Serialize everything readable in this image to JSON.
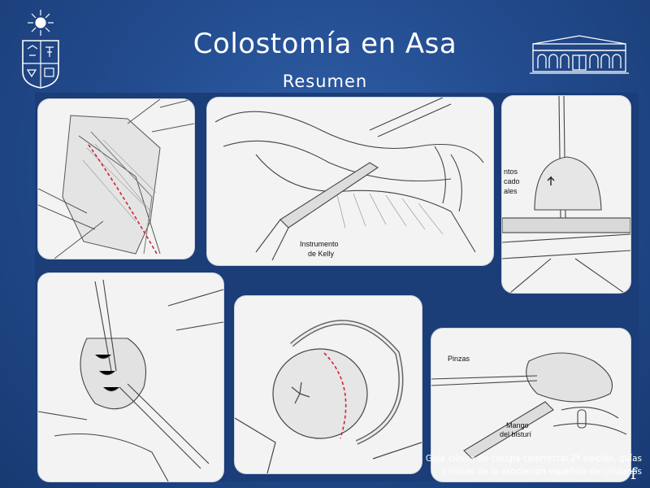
{
  "slide": {
    "title": "Colostomía en Asa",
    "subtitle": "Resumen"
  },
  "figure_labels": {
    "kelly_line1": "Instrumento",
    "kelly_line2": "de Kelly",
    "side_fragment_1": "ntos",
    "side_fragment_2": "cado",
    "side_fragment_3": "ales",
    "pinzas": "Pinzas",
    "mango_line1": "Mango",
    "mango_line2": "del bisturí"
  },
  "caption": {
    "line1": "Guía clínica de cirugía colorrectal 2ª edición, guías",
    "line2": "clínicas de la asociación española de cirujanos"
  },
  "page_mark": "f",
  "colors": {
    "background": "#234c8f",
    "incision": "#d0243a"
  },
  "icons": {
    "left_logo": "university-seal-icon",
    "right_logo": "building-facade-icon"
  }
}
